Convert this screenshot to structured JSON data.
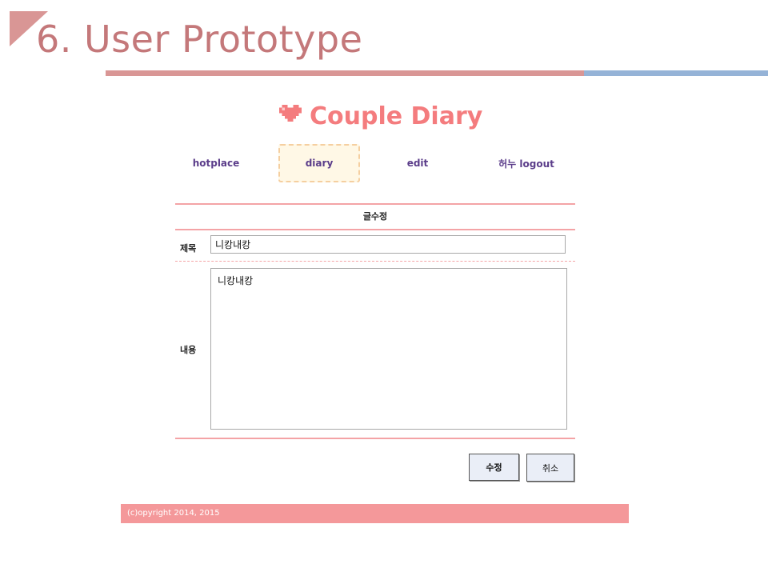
{
  "slide": {
    "title": "6. User Prototype"
  },
  "app": {
    "brand": {
      "name": "Couple Diary",
      "icon": "heart-icon",
      "color": "#f47c7e"
    },
    "nav": [
      {
        "label": "hotplace",
        "active": false
      },
      {
        "label": "diary",
        "active": true
      },
      {
        "label": "edit",
        "active": false
      },
      {
        "label": "허누 logout",
        "active": false
      }
    ],
    "form": {
      "header": "글수정",
      "title_label": "제목",
      "title_value": "니캉내캉",
      "content_label": "내용",
      "content_value": "니캉내캉"
    },
    "buttons": {
      "save": "수정",
      "cancel": "취소"
    },
    "footer": "(c)opyright 2014, 2015"
  },
  "colors": {
    "accent_pink": "#d99695",
    "accent_blue": "#95b3d7",
    "footer": "#f4989a",
    "nav_text": "#5b3d8a"
  }
}
